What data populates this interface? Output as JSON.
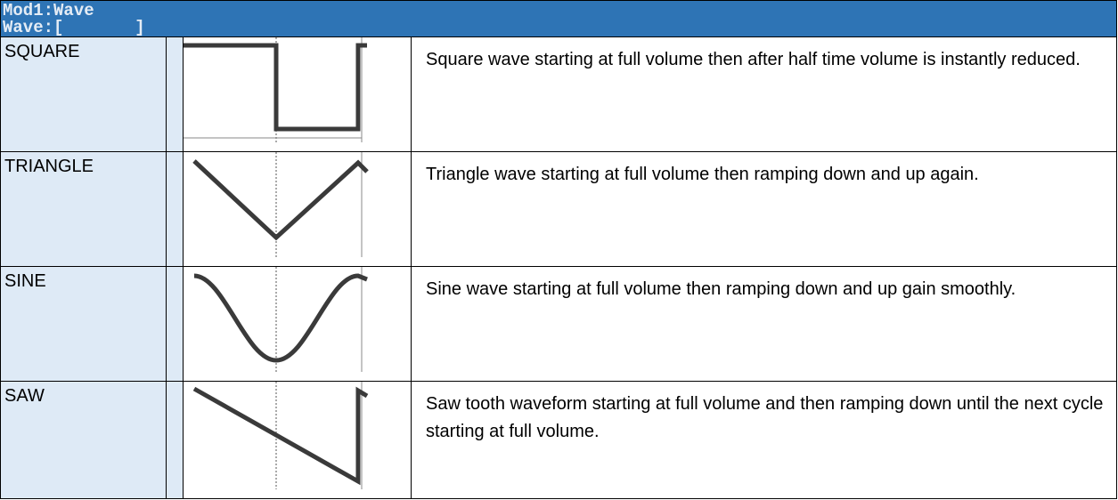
{
  "header": {
    "line1": "Mod1:Wave",
    "line2": "Wave:[       ]"
  },
  "waves": [
    {
      "name": "SQUARE",
      "description": "Square wave starting at full volume then after half time volume is instantly reduced.",
      "shape": "square-icon"
    },
    {
      "name": "TRIANGLE",
      "description": "Triangle wave starting at full volume then ramping down and up again.",
      "shape": "triangle-wave-icon"
    },
    {
      "name": "SINE",
      "description": "Sine wave starting at full volume then ramping down and up gain smoothly.",
      "shape": "sine-wave-icon"
    },
    {
      "name": "SAW",
      "description": "Saw tooth waveform starting at full volume and then ramping down until the next cycle starting at full volume.",
      "shape": "saw-wave-icon"
    }
  ],
  "colors": {
    "header_bg": "#2e74b5",
    "header_text": "#e4ecf5",
    "name_bg": "#deeaf6",
    "wave_stroke": "#3a3a3a"
  }
}
